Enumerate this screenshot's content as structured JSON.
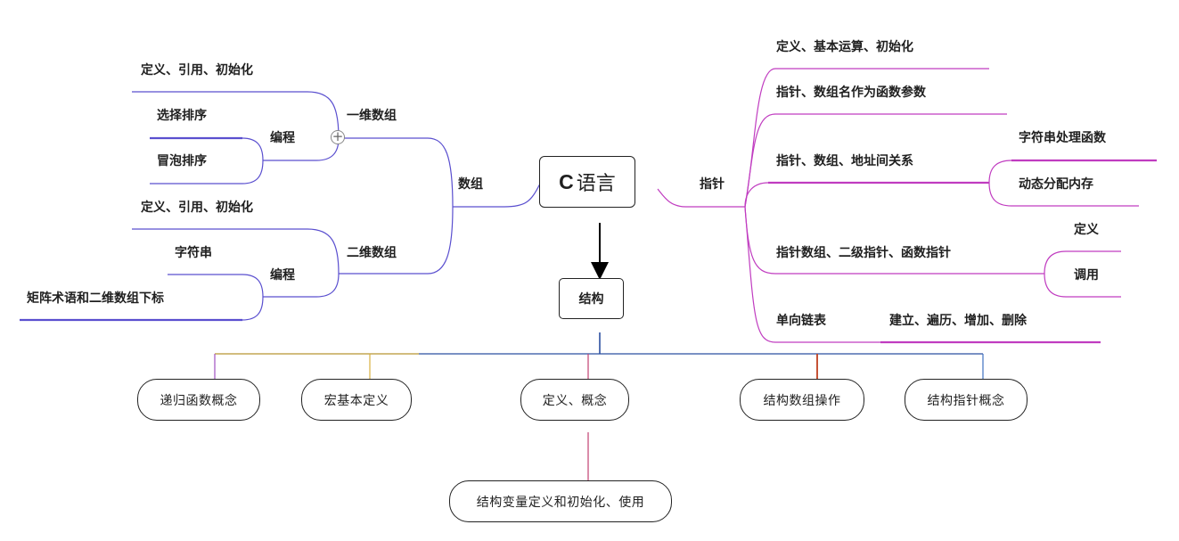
{
  "root": {
    "letter": "C",
    "text": "语言"
  },
  "left": {
    "arrays": "数组",
    "one_d": "一维数组",
    "one_d_def": "定义、引用、初始化",
    "one_d_prog": "编程",
    "selection_sort": "选择排序",
    "bubble_sort": "冒泡排序",
    "two_d": "二维数组",
    "two_d_def": "定义、引用、初始化",
    "two_d_prog": "编程",
    "string": "字符串",
    "matrix": "矩阵术语和二维数组下标"
  },
  "right": {
    "pointers": "指针",
    "p1": "定义、基本运算、初始化",
    "p2": "指针、数组名作为函数参数",
    "p3": "指针、数组、地址间关系",
    "p3a": "字符串处理函数",
    "p3b": "动态分配内存",
    "p4": "指针数组、二级指针、函数指针",
    "p4a": "定义",
    "p4b": "调用",
    "p5": "单向链表",
    "p5a": "建立、遍历、增加、删除"
  },
  "bottom": {
    "struct": "结构",
    "recursion": "递归函数概念",
    "macro": "宏基本定义",
    "def_concept": "定义、概念",
    "struct_array": "结构数组操作",
    "struct_pointer": "结构指针概念",
    "struct_var": "结构变量定义和初始化、使用"
  },
  "colors": {
    "left_branch": "#5a4fcf",
    "right_branch": "#c03cc0",
    "bottom_trunk": "#2b4fa0",
    "recursion_line": "#a050c0",
    "macro_line": "#d8b040",
    "def_line": "#c04070",
    "struct_array_line": "#c04020",
    "struct_pointer_line": "#4070c0"
  }
}
